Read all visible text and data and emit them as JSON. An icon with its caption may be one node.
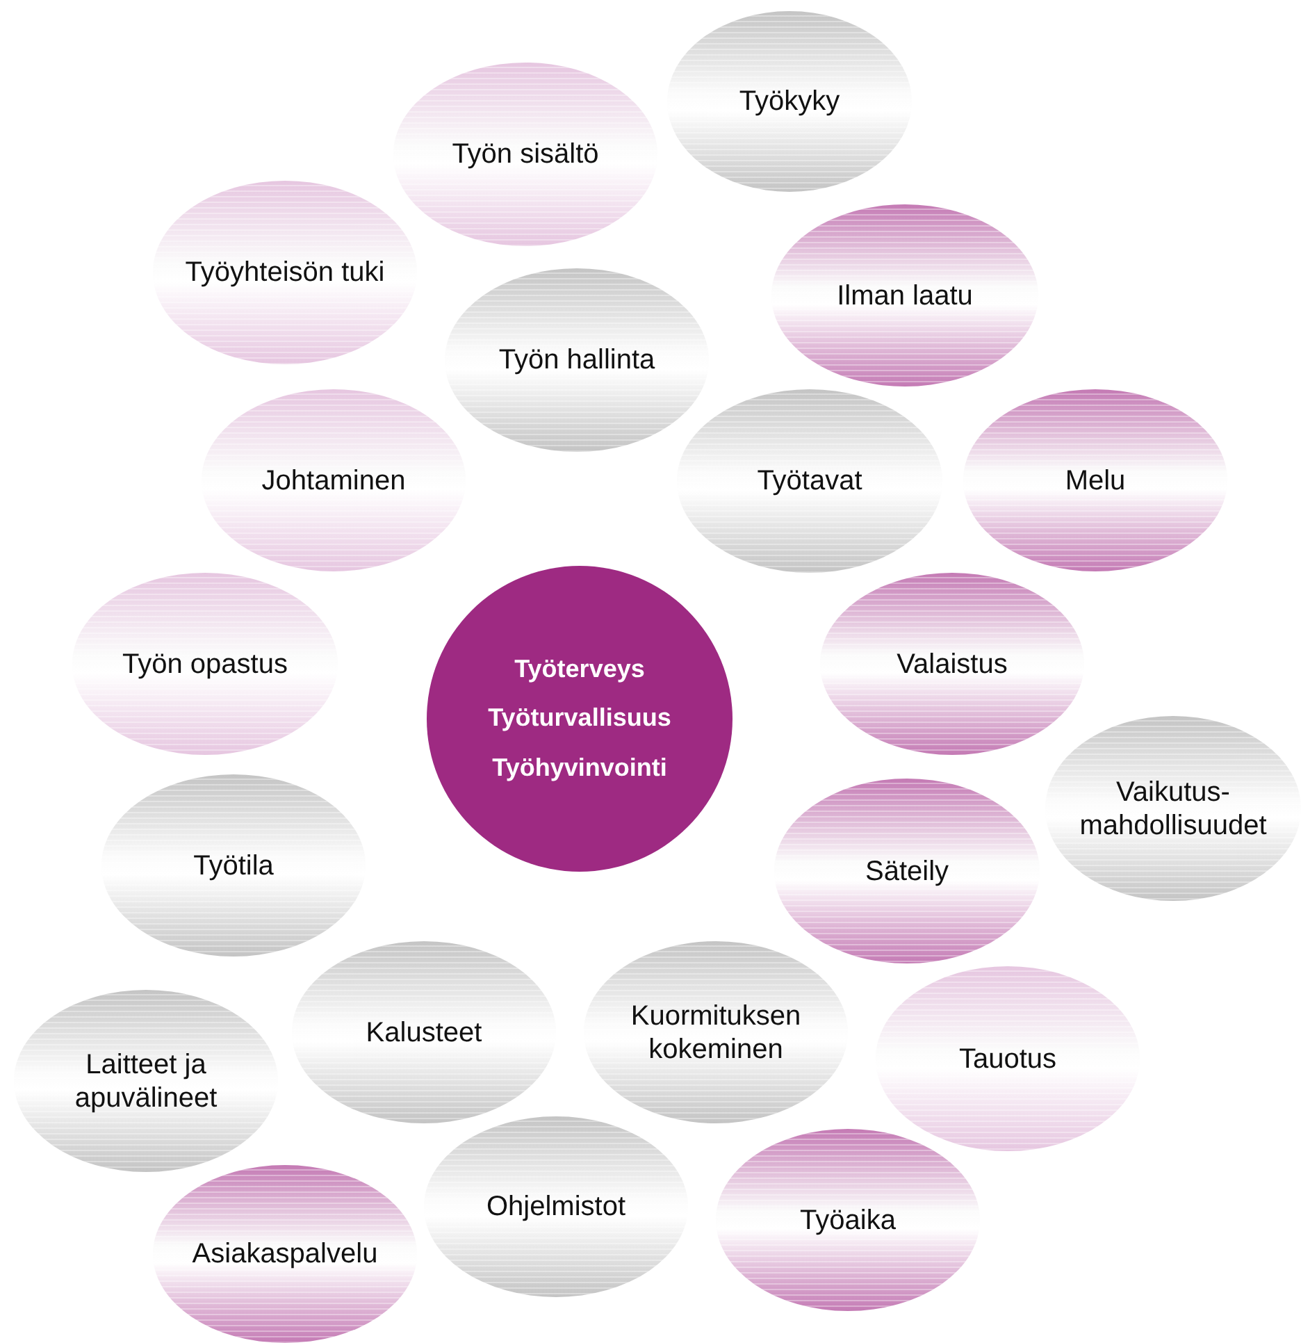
{
  "diagram": {
    "nodes": [
      {
        "text": [
          "Työkyky"
        ]
      },
      {
        "text": [
          "Työn sisältö"
        ]
      },
      {
        "text": [
          "Työyhteisön tuki"
        ]
      },
      {
        "text": [
          "Ilman laatu"
        ]
      },
      {
        "text": [
          "Työn hallinta"
        ]
      },
      {
        "text": [
          "Johtaminen"
        ]
      },
      {
        "text": [
          "Työtavat"
        ]
      },
      {
        "text": [
          "Melu"
        ]
      },
      {
        "text": [
          "Työn opastus"
        ]
      },
      {
        "text": [
          "Työterveys",
          "Työturvallisuus",
          "Työhyvinvointi"
        ]
      },
      {
        "text": [
          "Valaistus"
        ]
      },
      {
        "text": [
          "Vaikutus-mahdollisuudet"
        ]
      },
      {
        "text": [
          "Työtila"
        ]
      },
      {
        "text": [
          "Säteily"
        ]
      },
      {
        "text": [
          "Kalusteet"
        ]
      },
      {
        "text": [
          "Kuormituksen kokeminen"
        ]
      },
      {
        "text": [
          "Tauotus"
        ]
      },
      {
        "text": [
          "Laitteet ja apuvälineet"
        ]
      },
      {
        "text": [
          "Ohjelmistot"
        ]
      },
      {
        "text": [
          "Työaika"
        ]
      },
      {
        "text": [
          "Asiakaspalvelu"
        ]
      }
    ],
    "edges": []
  }
}
